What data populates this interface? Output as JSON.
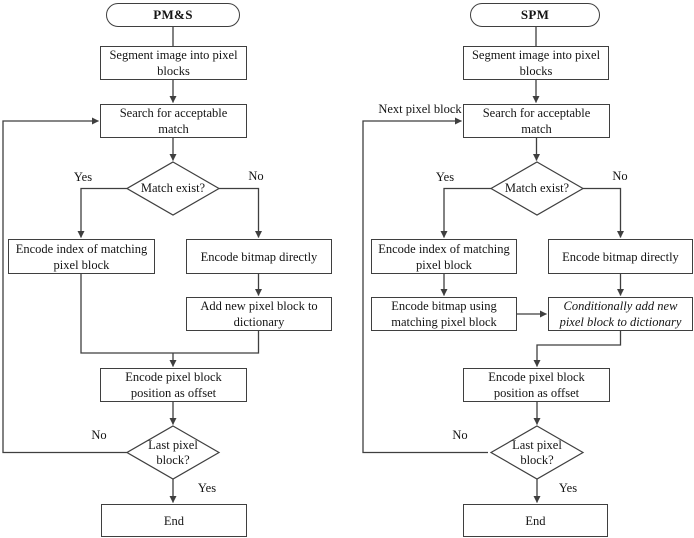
{
  "figure": {
    "description_left": "PM&S flowchart",
    "description_right": "SPM flowchart"
  },
  "charts": {
    "pms": {
      "title": "PM&S",
      "segment": "Segment image into pixel blocks",
      "search": "Search for acceptable match",
      "match_exist": "Match exist?",
      "match_yes": "Yes",
      "match_no": "No",
      "encode_index": "Encode index of matching pixel block",
      "encode_bitmap": "Encode bitmap directly",
      "add_dictionary": "Add new pixel block to dictionary",
      "encode_offset": "Encode pixel block position as offset",
      "last_block": "Last pixel block?",
      "last_no": "No",
      "last_yes": "Yes",
      "end": "End"
    },
    "spm": {
      "title": "SPM",
      "loop_label": "Next pixel block",
      "segment": "Segment image into pixel blocks",
      "search": "Search for acceptable match",
      "match_exist": "Match exist?",
      "match_yes": "Yes",
      "match_no": "No",
      "encode_index": "Encode index of matching pixel block",
      "encode_bitmap": "Encode bitmap directly",
      "encode_bitmap_matching": "Encode bitmap using matching pixel block",
      "conditional_add": "Conditionally add new pixel block to dictionary",
      "encode_offset": "Encode pixel block position as offset",
      "last_block": "Last pixel block?",
      "last_no": "No",
      "last_yes": "Yes",
      "end": "End"
    }
  },
  "colors": {
    "line": "#3f3f3f",
    "text": "#141414",
    "node_fill": "#ffffff",
    "background": "#ffffff"
  }
}
